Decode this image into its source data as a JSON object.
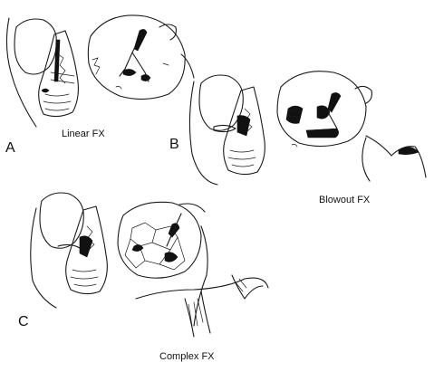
{
  "panels": [
    {
      "id": "A",
      "letter": "A",
      "caption": "Linear FX"
    },
    {
      "id": "B",
      "letter": "B",
      "caption": "Blowout FX"
    },
    {
      "id": "C",
      "letter": "C",
      "caption": "Complex FX"
    }
  ]
}
